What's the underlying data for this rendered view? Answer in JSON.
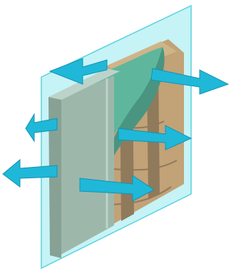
{
  "figure": {
    "subject": "wall-section-with-air-flow",
    "colors": {
      "background": "#ffffff",
      "membrane": "#a8ecf2",
      "membrane_edge": "#4fcfdc",
      "sheathing": "#9aaa98",
      "sheathing_top": "#c2ccbe",
      "sheathing_side": "#7e8c7c",
      "barrier": "#4aa884",
      "barrier_dark": "#2f7d62",
      "wood": "#c98e55",
      "wood_dark": "#8a5a32",
      "wood_light": "#dca46c",
      "arrow": "#1fb8d8",
      "arrow_edge": "#1492b2"
    },
    "arrows": [
      {
        "name": "arrow-upper-left",
        "direction": "left"
      },
      {
        "name": "arrow-upper-right",
        "direction": "right"
      },
      {
        "name": "arrow-middle-left",
        "direction": "left"
      },
      {
        "name": "arrow-middle-right",
        "direction": "right"
      },
      {
        "name": "arrow-lower-left",
        "direction": "left"
      },
      {
        "name": "arrow-lower-right",
        "direction": "right"
      }
    ]
  }
}
